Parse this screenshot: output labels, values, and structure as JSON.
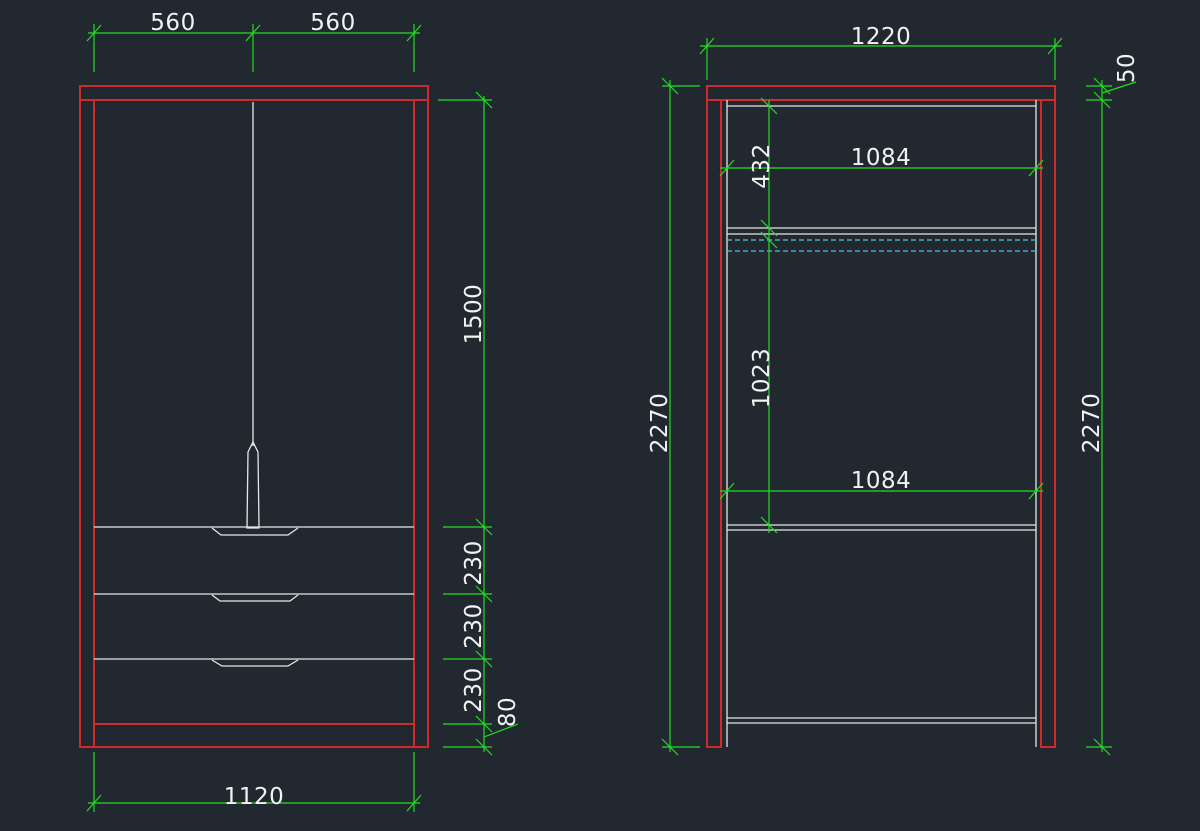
{
  "colors": {
    "background": "#212830",
    "cabinet_outline": "#d12a2a",
    "interior_lines": "#e6e6e6",
    "dimension_lines": "#22dd22",
    "dimension_text": "#f2f2f2",
    "hidden_line": "#3ec9d6"
  },
  "front_view": {
    "dims": {
      "top_left": "560",
      "top_right": "560",
      "bottom": "1120",
      "upper": "1500",
      "drawer_1": "230",
      "drawer_2": "230",
      "drawer_3": "230",
      "plinth": "80"
    }
  },
  "side_view": {
    "dims": {
      "top": "1220",
      "top_thickness": "50",
      "left_height": "2270",
      "right_height": "2270",
      "inner_width_top": "1084",
      "inner_width_lower": "1084",
      "top_compartment": "432",
      "hanging_space": "1023"
    }
  }
}
